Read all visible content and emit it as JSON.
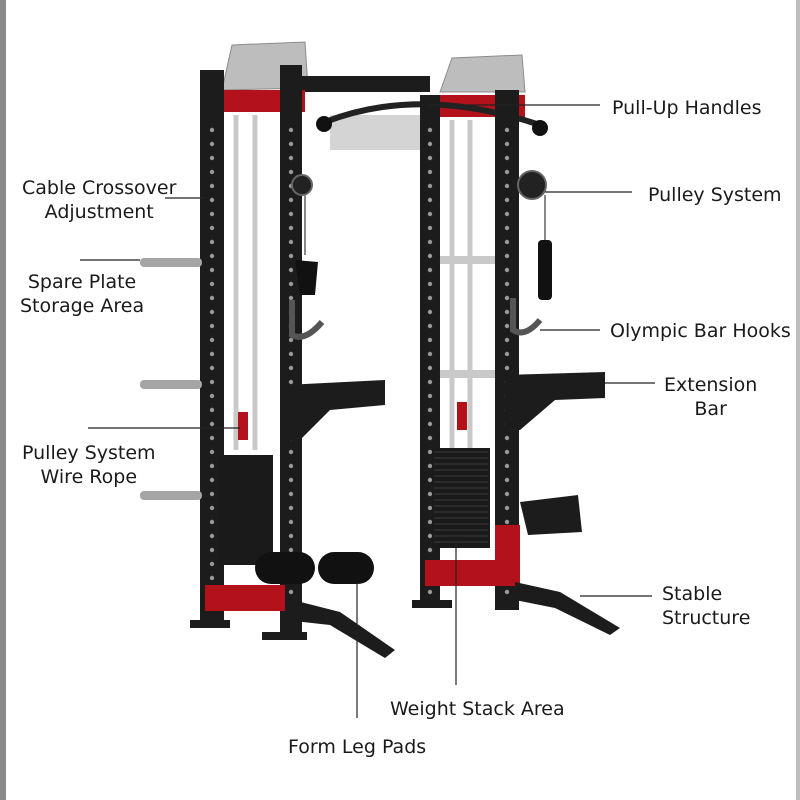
{
  "labels": {
    "pull_up_handles": "Pull-Up Handles",
    "cable_crossover_1": "Cable Crossover",
    "cable_crossover_2": "Adjustment",
    "pulley_system": "Pulley System",
    "spare_plate_1": "Spare Plate",
    "spare_plate_2": "Storage Area",
    "olympic_bar_hooks": "Olympic Bar Hooks",
    "extension_bar_1": "Extension",
    "extension_bar_2": "Bar",
    "wire_rope_1": "Pulley System",
    "wire_rope_2": "Wire Rope",
    "stable_structure_1": "Stable",
    "stable_structure_2": "Structure",
    "weight_stack_area": "Weight Stack Area",
    "form_leg_pads": "Form Leg Pads"
  },
  "colors": {
    "frame": "#1c1c1c",
    "accent": "#b3121b",
    "steel": "#c9c9c9",
    "leader": "#222222"
  }
}
